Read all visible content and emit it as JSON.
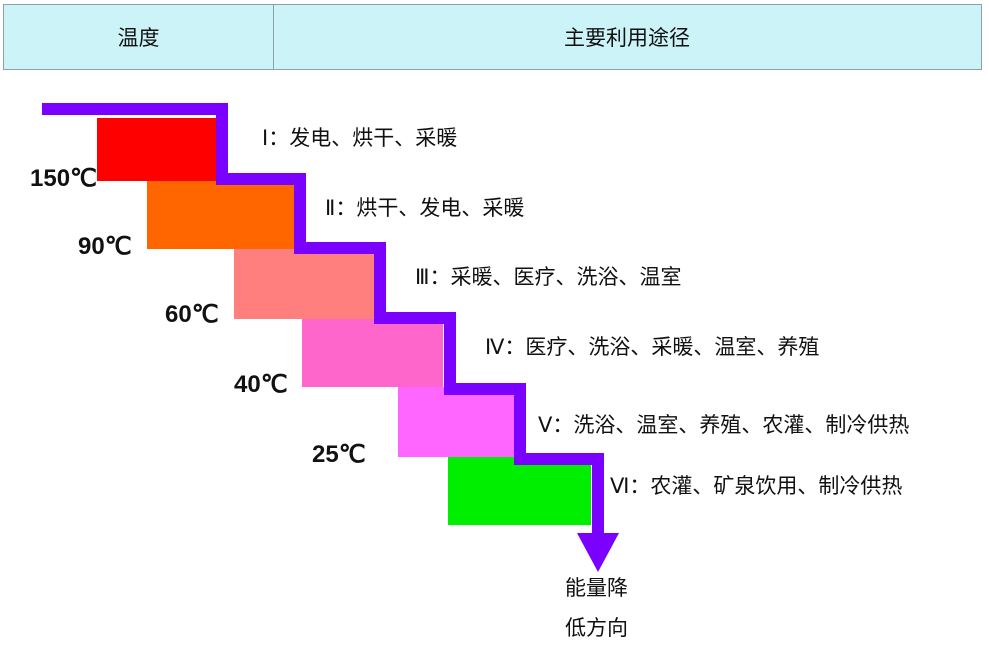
{
  "header": {
    "temperature_label": "温度",
    "usage_label": "主要利用途径"
  },
  "levels": [
    {
      "usage": "Ⅰ：发电、烘干、采暖",
      "color": "#ff0000"
    },
    {
      "usage": "Ⅱ：烘干、发电、采暖",
      "color": "#ff6600"
    },
    {
      "usage": "Ⅲ：采暖、医疗、洗浴、温室",
      "color": "#ff7f7f"
    },
    {
      "usage": "Ⅳ：医疗、洗浴、采暖、温室、养殖",
      "color": "#ff66cc"
    },
    {
      "usage": "Ⅴ：洗浴、温室、养殖、农灌、制冷供热",
      "color": "#ff66ff"
    },
    {
      "usage": "Ⅵ：农灌、矿泉饮用、制冷供热",
      "color": "#00ee00"
    }
  ],
  "thresholds": [
    "150℃",
    "90℃",
    "60℃",
    "40℃",
    "25℃"
  ],
  "arrow_color": "#7a00ff",
  "energy_direction": {
    "line1": "能量降",
    "line2": "低方向"
  }
}
